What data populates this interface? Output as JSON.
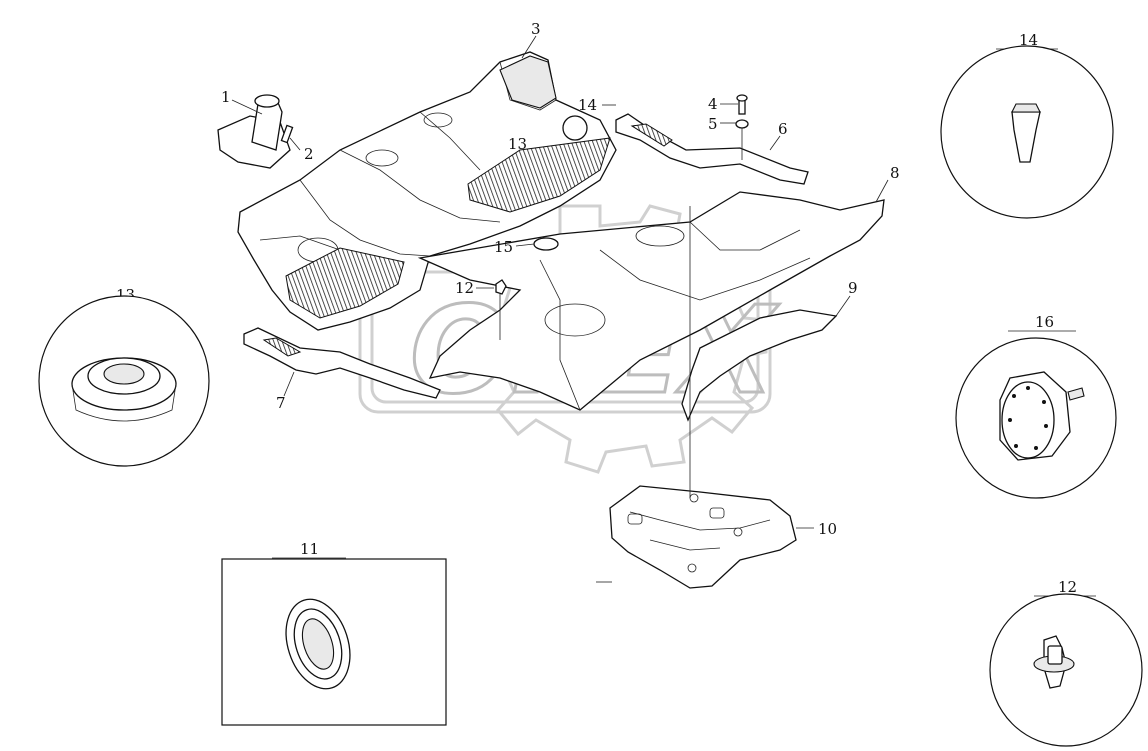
{
  "watermark": {
    "text": "OPEX"
  },
  "callouts": {
    "c1": "1",
    "c2": "2",
    "c3": "3",
    "c4": "4",
    "c5": "5",
    "c6": "6",
    "c7": "7",
    "c8": "8",
    "c9": "9",
    "c10": "10",
    "c11": "11",
    "c12": "12",
    "c13": "13",
    "c14": "14",
    "c15": "15"
  },
  "details": {
    "d13": "13",
    "d14": "14",
    "d16": "16",
    "d12": "12",
    "d11": "11"
  },
  "colors": {
    "line": "#111111",
    "background": "#ffffff",
    "watermark": "#c8c8c8"
  }
}
